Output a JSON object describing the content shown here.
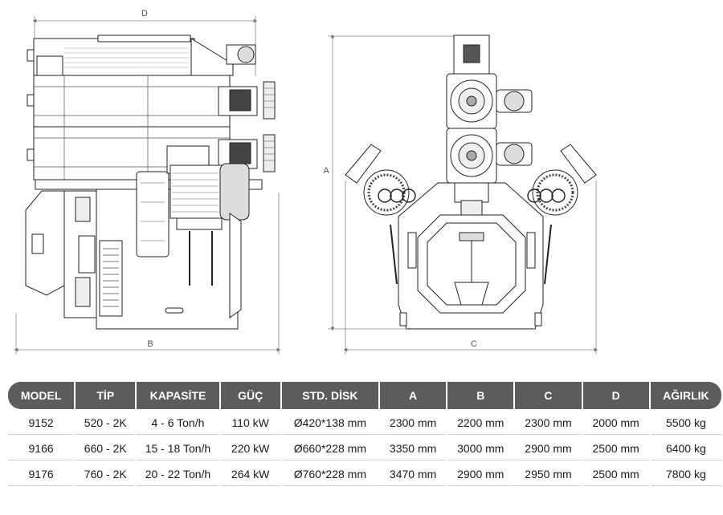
{
  "dimension_labels": {
    "d": "D",
    "a": "A",
    "b": "B",
    "c": "C"
  },
  "table": {
    "headers": [
      "MODEL",
      "TİP",
      "KAPASİTE",
      "GÜÇ",
      "STD. DİSK",
      "A",
      "B",
      "C",
      "D",
      "AĞIRLIK"
    ],
    "rows": [
      [
        "9152",
        "520 - 2K",
        "4 - 6 Ton/h",
        "110 kW",
        "Ø420*138 mm",
        "2300 mm",
        "2200 mm",
        "2300 mm",
        "2000 mm",
        "5500 kg"
      ],
      [
        "9166",
        "660 - 2K",
        "15 - 18 Ton/h",
        "220 kW",
        "Ø660*228 mm",
        "3350 mm",
        "3000 mm",
        "2900 mm",
        "2500 mm",
        "6400 kg"
      ],
      [
        "9176",
        "760 - 2K",
        "20 - 22 Ton/h",
        "264 kW",
        "Ø760*228 mm",
        "3470 mm",
        "2900 mm",
        "2950 mm",
        "2500 mm",
        "7800 kg"
      ]
    ]
  },
  "colors": {
    "header_bg": "#5e5c5b",
    "header_text": "#ffffff",
    "line": "#222222",
    "dim_line": "#777777"
  }
}
